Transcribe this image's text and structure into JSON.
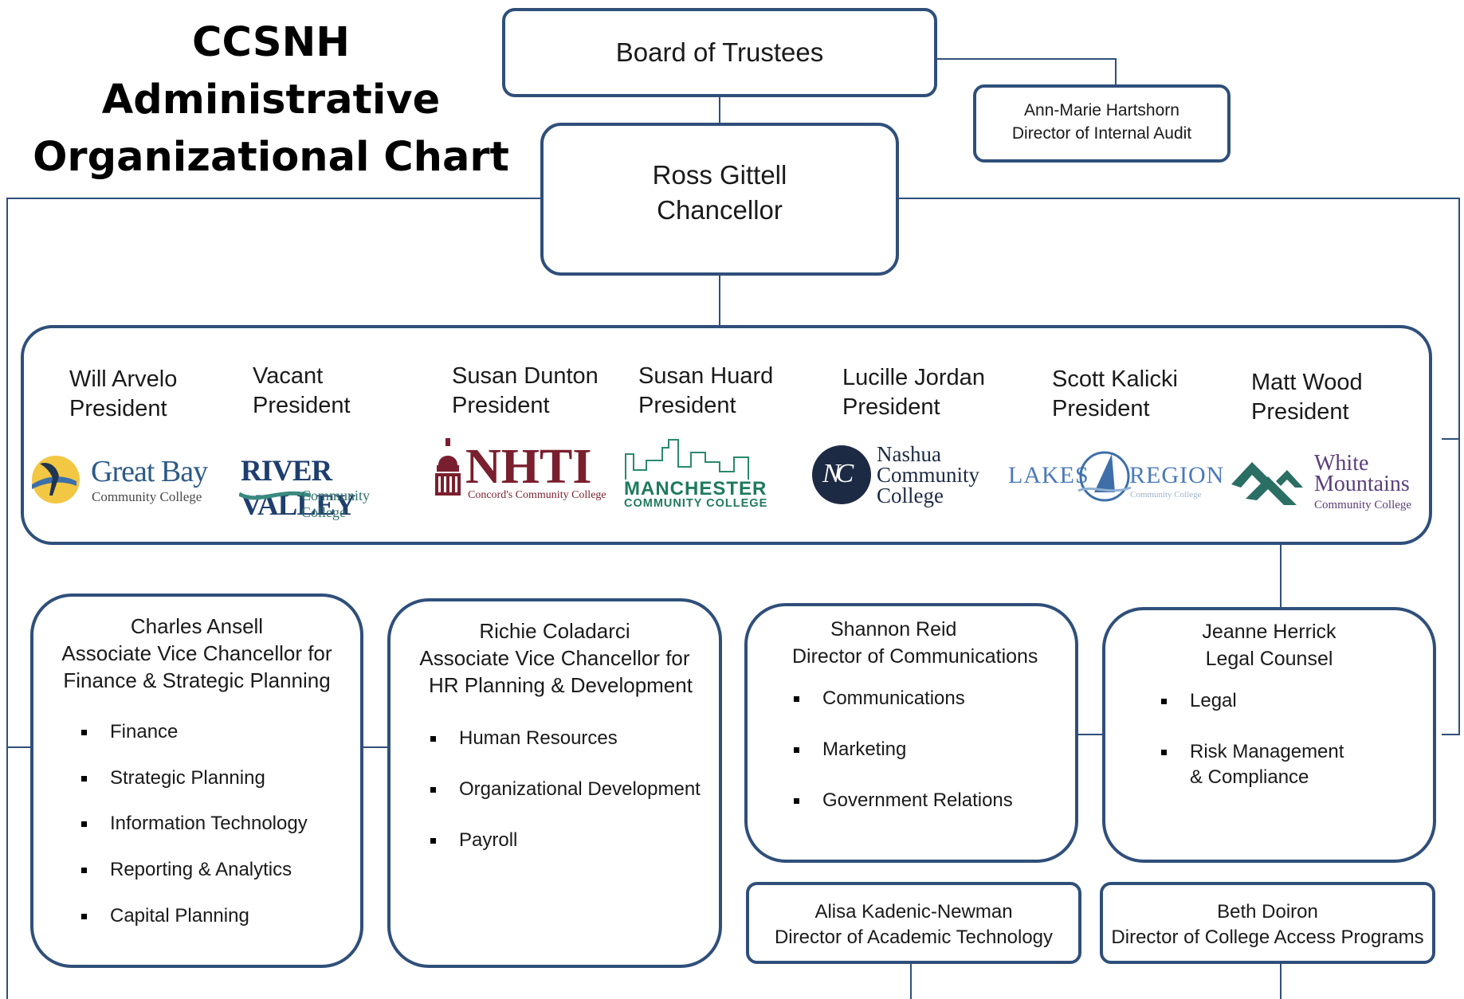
{
  "page_title": [
    "CCSNH Administrative",
    "Organizational Chart"
  ],
  "colors": {
    "box_border": "#2f4f7a",
    "connector": "#2f4f7a"
  },
  "board": "Board of Trustees",
  "audit": {
    "name": "Ann-Marie Hartshorn",
    "title": "Director of Internal Audit"
  },
  "chancellor": {
    "name": "Ross Gittell",
    "title": "Chancellor"
  },
  "presidents": [
    {
      "name": "Will Arvelo",
      "title": "President",
      "logo": {
        "icon": "heron-sun-logo",
        "line1": "Great Bay",
        "line2": "Community College"
      }
    },
    {
      "name": "Vacant",
      "title": "President",
      "logo": {
        "icon": "river-valley-wave-logo",
        "line1": "RIVER VALLEY",
        "line2": "Community College"
      }
    },
    {
      "name": "Susan Dunton",
      "title": "President",
      "logo": {
        "icon": "capitol-dome-logo",
        "line1": "NHTI",
        "line2": "Concord's Community College"
      }
    },
    {
      "name": "Susan Huard",
      "title": "President",
      "logo": {
        "icon": "skyline-logo",
        "line1": "MANCHESTER",
        "line2": "COMMUNITY COLLEGE"
      }
    },
    {
      "name": "Lucille Jordan",
      "title": "President",
      "logo": {
        "icon": "ncc-monogram-logo",
        "monogram": "NC",
        "line1": "Nashua",
        "line2": "Community",
        "line3": "College"
      }
    },
    {
      "name": "Scott Kalicki",
      "title": "President",
      "logo": {
        "icon": "sail-mountain-logo",
        "line1": "LAKES",
        "line2": "REGION",
        "line3": "Community College"
      }
    },
    {
      "name": "Matt Wood",
      "title": "President",
      "logo": {
        "icon": "mountains-logo",
        "line1": "White",
        "line2": "Mountains",
        "line3": "Community College"
      }
    }
  ],
  "units": [
    {
      "name": "Charles Ansell",
      "title_lines": [
        "Associate Vice Chancellor for",
        "Finance & Strategic Planning"
      ],
      "items": [
        "Finance",
        "Strategic Planning",
        "Information Technology",
        "Reporting & Analytics",
        "Capital Planning"
      ]
    },
    {
      "name": "Richie Coladarci",
      "title_lines": [
        "Associate Vice Chancellor for",
        "HR Planning & Development"
      ],
      "items": [
        "Human Resources",
        "Organizational Development",
        "Payroll"
      ]
    },
    {
      "name": "Shannon Reid",
      "title_lines": [
        "Director of Communications"
      ],
      "items": [
        "Communications",
        "Marketing",
        "Government Relations"
      ]
    },
    {
      "name": "Jeanne Herrick",
      "title_lines": [
        "Legal Counsel"
      ],
      "items": [
        "Legal",
        "Risk Management",
        "& Compliance"
      ]
    }
  ],
  "directors": [
    {
      "name": "Alisa Kadenic-Newman",
      "title": "Director of Academic Technology"
    },
    {
      "name": "Beth Doiron",
      "title": "Director of College Access Programs"
    }
  ]
}
